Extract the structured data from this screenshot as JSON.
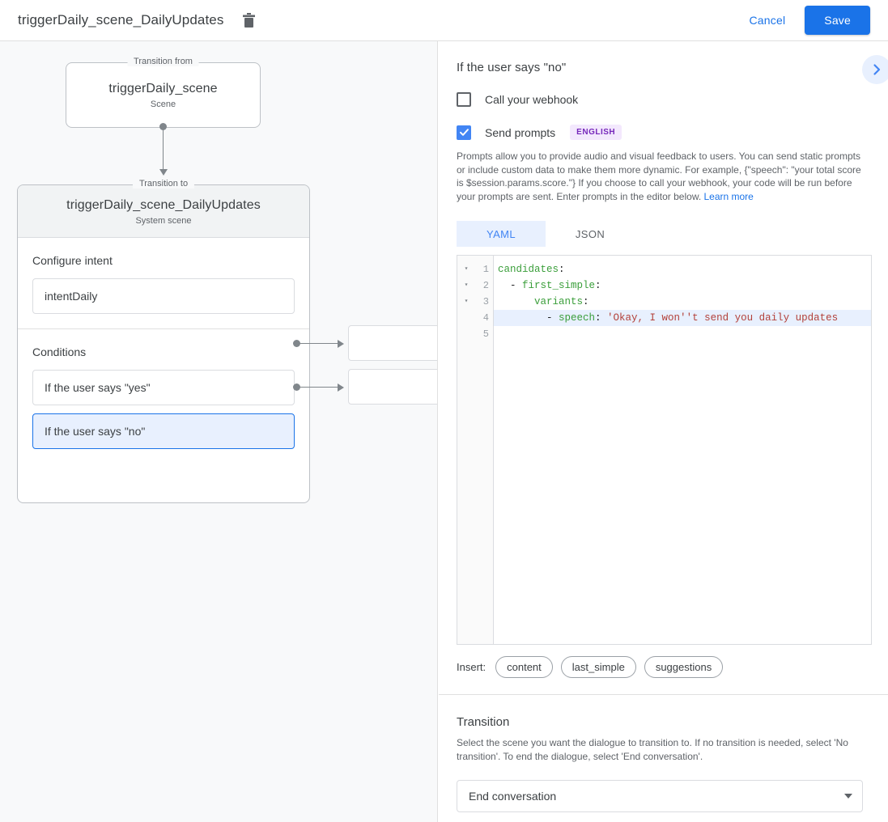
{
  "topbar": {
    "title": "triggerDaily_scene_DailyUpdates",
    "delete_tooltip": "Delete",
    "cancel_label": "Cancel",
    "save_label": "Save"
  },
  "canvas": {
    "transition_from": {
      "legend": "Transition from",
      "title": "triggerDaily_scene",
      "subtitle": "Scene"
    },
    "transition_to": {
      "legend": "Transition to",
      "title": "triggerDaily_scene_DailyUpdates",
      "subtitle": "System scene"
    },
    "intent_section": {
      "label": "Configure intent",
      "value": "intentDaily"
    },
    "conditions_section": {
      "label": "Conditions",
      "items": [
        {
          "label": "If the user says \"yes\"",
          "selected": false
        },
        {
          "label": "If the user says \"no\"",
          "selected": true
        }
      ]
    }
  },
  "panel": {
    "title": "If the user says \"no\"",
    "expand_icon": "chevron-right-icon",
    "webhook": {
      "label": "Call your webhook",
      "checked": false
    },
    "prompts": {
      "label": "Send prompts",
      "checked": true,
      "language_badge": "ENGLISH",
      "description": "Prompts allow you to provide audio and visual feedback to users. You can send static prompts or include custom data to make them more dynamic. For example, {\"speech\": \"your total score is $session.params.score.\"} If you choose to call your webhook, your code will be run before your prompts are sent. Enter prompts in the editor below. ",
      "learn_more": "Learn more"
    },
    "editor": {
      "tabs": [
        {
          "label": "YAML",
          "active": true
        },
        {
          "label": "JSON",
          "active": false
        }
      ],
      "lines": [
        {
          "num": "1",
          "fold": "▾",
          "highlight": false
        },
        {
          "num": "2",
          "fold": "▾",
          "highlight": false
        },
        {
          "num": "3",
          "fold": "▾",
          "highlight": false
        },
        {
          "num": "4",
          "fold": "",
          "highlight": true
        },
        {
          "num": "5",
          "fold": "",
          "highlight": false
        }
      ],
      "code": {
        "line1_key": "candidates",
        "line1_punc": ":",
        "line2_dash": "  - ",
        "line2_key": "first_simple",
        "line2_punc": ":",
        "line3_key": "      variants",
        "line3_punc": ":",
        "line4_dash": "        - ",
        "line4_key": "speech",
        "line4_punc": ": ",
        "line4_str": "'Okay, I won''t send you daily updates"
      }
    },
    "insert": {
      "label": "Insert:",
      "chips": [
        "content",
        "last_simple",
        "suggestions"
      ]
    },
    "transition": {
      "title": "Transition",
      "description": "Select the scene you want the dialogue to transition to. If no transition is needed, select 'No transition'. To end the dialogue, select 'End conversation'.",
      "selected_value": "End conversation"
    }
  },
  "colors": {
    "accent_blue": "#1a73e8",
    "tab_blue": "#4285f4",
    "tab_blue_bg": "#e8f0fe",
    "badge_purple": "#7627bb",
    "badge_purple_bg": "#f3e8fd",
    "canvas_bg": "#f8f9fa",
    "yaml_key_green": "#3a9e3a",
    "yaml_string_red": "#b3413a"
  }
}
